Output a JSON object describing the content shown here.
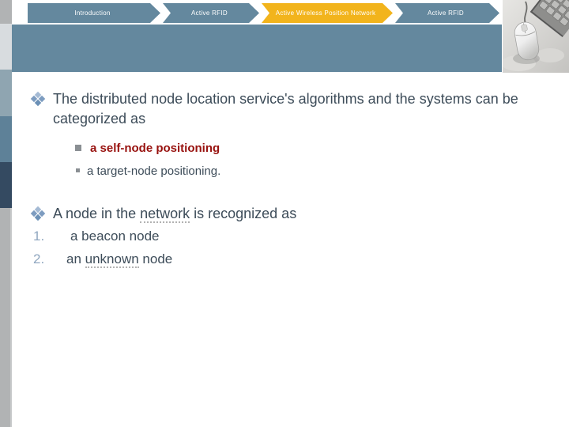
{
  "slide_title": "Active Wireless Position Network",
  "tabs": [
    {
      "label": "Introduction",
      "active": false
    },
    {
      "label": "Active RFID",
      "active": false
    },
    {
      "label": "Active Wireless Position Network",
      "active": true
    },
    {
      "label": "Active RFID",
      "active": false
    }
  ],
  "colors": {
    "tab_blue": "#64889e",
    "tab_active_gold": "#f2b41c",
    "header_band": "#64889e",
    "strip_gray": "#b1b3b4",
    "strip_lightgray": "#d8dcdf",
    "strip_grayblue": "#8fa5b1",
    "strip_steelblue": "#5e8198",
    "strip_navy": "#344a61",
    "body_text": "#3d4c59",
    "emphasis_red": "#98120f",
    "number_blue": "#8fa6bf"
  },
  "content": {
    "bullet1": "The distributed node location service's algorithms and the systems can be categorized as",
    "sub_bullets": [
      {
        "text": "a self-node positioning"
      },
      {
        "text": "a target-node positioning."
      }
    ],
    "bullet2": {
      "before": "A node in the ",
      "underlined": "network",
      "after": " is recognized as"
    },
    "numbered_items": [
      {
        "number": "1.",
        "text": "a beacon node"
      },
      {
        "number": "2.",
        "before": "an ",
        "underlined": "unknown",
        "after": " node"
      }
    ]
  },
  "photo": {
    "description": "grayscale photo of a computer mouse with cable and keyboard corner"
  }
}
